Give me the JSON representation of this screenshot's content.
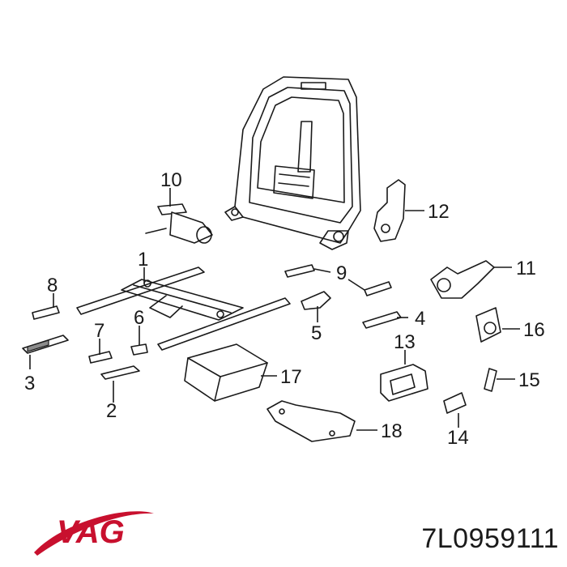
{
  "brand": {
    "name": "VAG",
    "swoosh_color": "#c8102e",
    "text_color": "#c8102e"
  },
  "part_number": "7L0959111",
  "callouts": [
    "1",
    "2",
    "3",
    "4",
    "5",
    "6",
    "7",
    "8",
    "9",
    "10",
    "11",
    "12",
    "13",
    "14",
    "15",
    "16",
    "17",
    "18"
  ],
  "colors": {
    "line": "#1a1a1a",
    "shade": "#8c8c8c",
    "background": "#ffffff"
  }
}
